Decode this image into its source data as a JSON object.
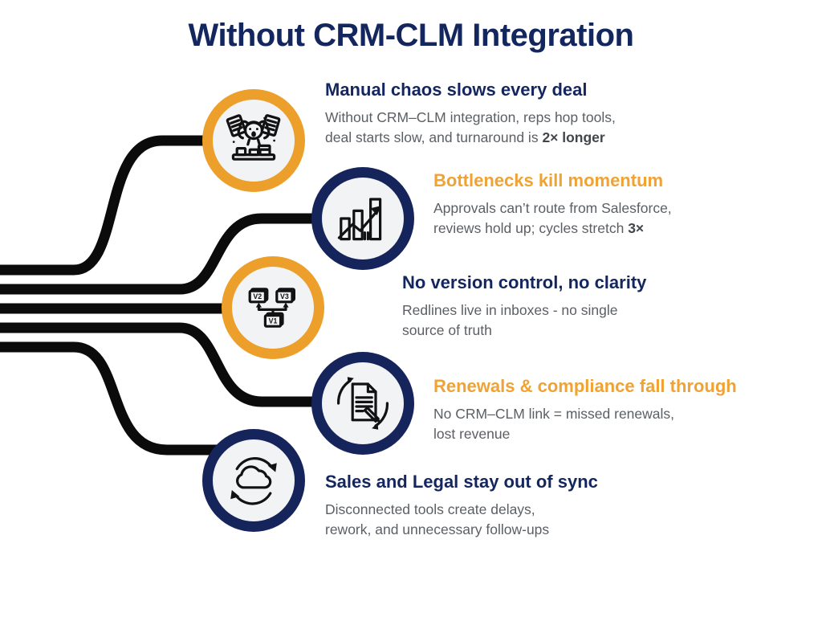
{
  "title": "Without CRM-CLM Integration",
  "colors": {
    "navy": "#15255C",
    "navy_text": "#14265E",
    "orange": "#ECA02B",
    "orange_text": "#F0A233",
    "body_text": "#5B5F64",
    "body_bold_text": "#42464A",
    "connector_line": "#0B0B0B",
    "circle_inner_fill": "#F2F3F5",
    "background": "#FFFFFF"
  },
  "items": [
    {
      "icon": "stressed-worker-icon",
      "ring_color": "orange",
      "heading": "Manual chaos slows every deal",
      "heading_color": "navy",
      "body_line1": "Without CRM–CLM integration, reps hop tools,",
      "body_line2": "deal starts slow, and turnaround is ",
      "body_line2_bold": "2× longer"
    },
    {
      "icon": "growth-chart-arrow-icon",
      "ring_color": "navy",
      "heading": "Bottlenecks kill momentum",
      "heading_color": "orange",
      "body_line1": "Approvals can’t route from Salesforce,",
      "body_line2": "reviews hold up; cycles stretch ",
      "body_line2_bold": "3×"
    },
    {
      "icon": "version-branches-icon",
      "ring_color": "orange",
      "heading": "No version control, no clarity",
      "heading_color": "navy",
      "body_line1": "Redlines live in inboxes - no single",
      "body_line2": "source of truth",
      "body_line2_bold": "",
      "icon_labels": [
        "V2",
        "V3",
        "V1"
      ]
    },
    {
      "icon": "contract-renewal-icon",
      "ring_color": "navy",
      "heading": "Renewals & compliance fall through",
      "heading_color": "orange",
      "body_line1": "No CRM–CLM link = missed renewals,",
      "body_line2": "lost revenue",
      "body_line2_bold": ""
    },
    {
      "icon": "cloud-sync-icon",
      "ring_color": "navy",
      "heading": "Sales and Legal stay out of sync",
      "heading_color": "navy",
      "body_line1": "Disconnected tools create delays,",
      "body_line2": "rework, and unnecessary follow-ups",
      "body_line2_bold": ""
    }
  ]
}
